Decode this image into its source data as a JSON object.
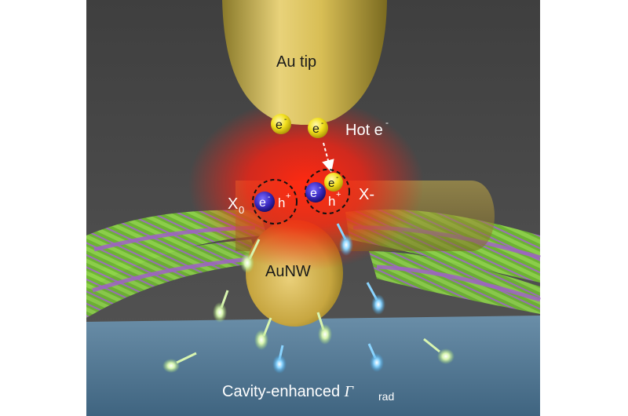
{
  "labels": {
    "au_tip": "Au tip",
    "hot_e": "Hot e",
    "hot_e_sup": "-",
    "x0_main": "X",
    "x0_sub": "0",
    "x_minus": "X-",
    "au_nw": "AuNW",
    "cavity_main": "Cavity-enhanced ",
    "cavity_gamma": "Γ",
    "cavity_sub": "rad"
  },
  "particles": {
    "electron": "e",
    "electron_sup": "-",
    "hole": "h",
    "hole_sup": "+"
  },
  "colors": {
    "background": "#4a4a4a",
    "substrate": "#5b7f99",
    "gold": "#d9bf52",
    "glow": "#ff2a10",
    "electron_yellow": "#f2e01c",
    "electron_blue": "#3a2ac0",
    "ribbon_green": "#7cc43a",
    "ribbon_purple": "#8a4fa8",
    "photon_green": "#c8f0a0",
    "photon_blue": "#5ab8f0"
  }
}
